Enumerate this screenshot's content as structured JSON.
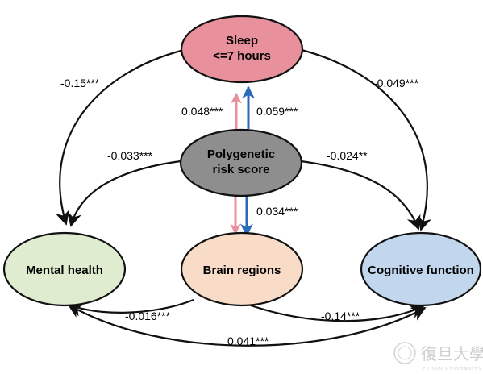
{
  "nodes": {
    "sleep": {
      "line1": "Sleep",
      "line2": "<=7 hours",
      "fill": "#e8919c"
    },
    "prs": {
      "line1": "Polygenetic",
      "line2": "risk score",
      "fill": "#8e8e8e"
    },
    "mental": {
      "label": "Mental health",
      "fill": "#e0ecd0"
    },
    "brain": {
      "label": "Brain regions",
      "fill": "#f8dcc8"
    },
    "cognitive": {
      "label": "Cognitive function",
      "fill": "#c2d6ee"
    }
  },
  "edges": {
    "sleep_to_mental": "-0.15***",
    "sleep_to_cognitive": "-0.049***",
    "prs_to_sleep_pink": "0.048***",
    "prs_to_sleep_blue": "0.059***",
    "prs_to_mental": "-0.033***",
    "prs_to_cognitive": "-0.024**",
    "prs_to_brain": "0.034***",
    "brain_to_mental": "-0.016***",
    "brain_to_cognitive": "-0.14***",
    "mental_cognitive": "0.041***"
  },
  "colors": {
    "pink_arrow": "#e8919c",
    "blue_arrow": "#2a6ab7",
    "line": "#111111"
  },
  "watermark": {
    "chars": "復旦大學",
    "sub": "FUDAN UNIVERSITY"
  }
}
